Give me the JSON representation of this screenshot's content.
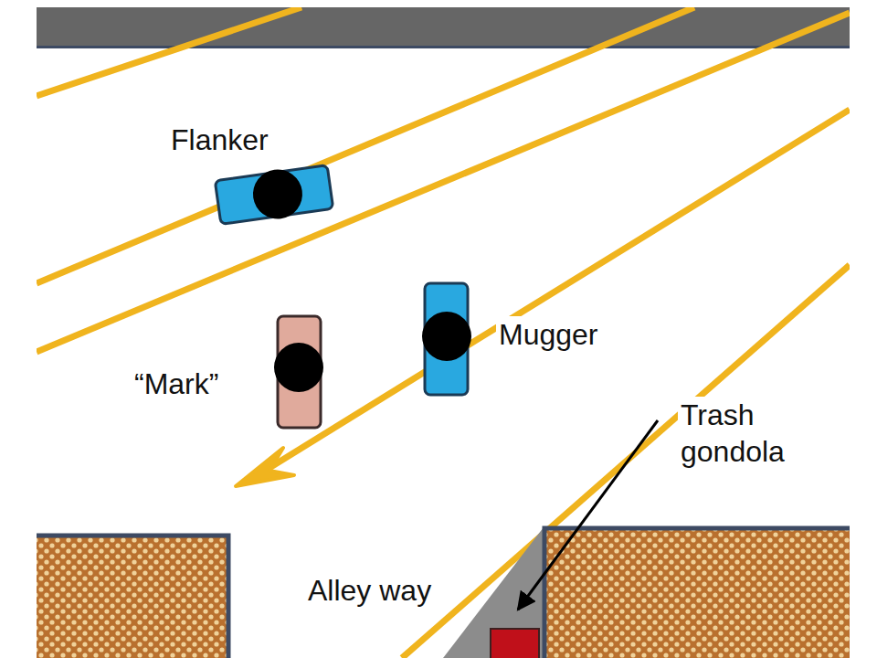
{
  "diagram": {
    "labels": [
      "Flanker",
      "“Mark”",
      "Mugger",
      "Trash gondola",
      "Alley way"
    ]
  }
}
